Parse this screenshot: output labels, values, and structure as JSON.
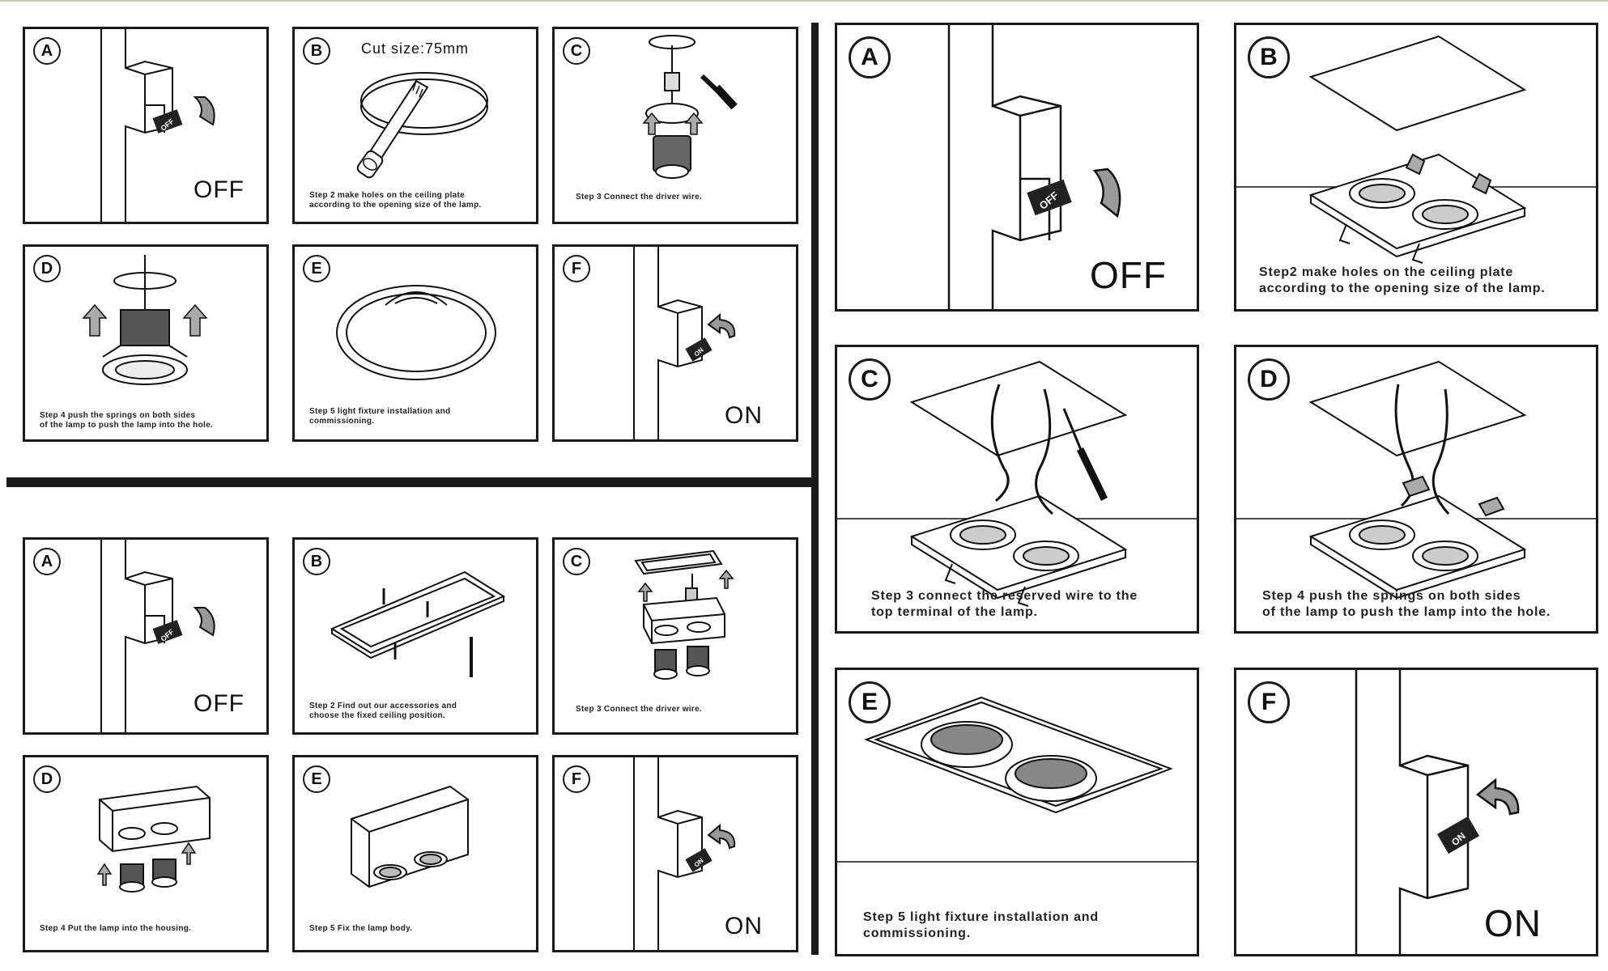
{
  "sections": {
    "top_left": {
      "a": {
        "letter": "A",
        "state": "OFF",
        "switch_label": "OFF"
      },
      "b": {
        "letter": "B",
        "cut_size": "Cut size:75mm",
        "caption": [
          "Step 2 make holes on the ceiling plate",
          "according to the opening size of the lamp."
        ]
      },
      "c": {
        "letter": "C",
        "caption": [
          "Step 3 Connect the driver wire."
        ]
      },
      "d": {
        "letter": "D",
        "caption": [
          "Step 4 push the springs on both sides",
          "of the lamp to push the lamp into the hole."
        ]
      },
      "e": {
        "letter": "E",
        "caption": [
          "Step 5 light fixture installation and",
          "commissioning."
        ]
      },
      "f": {
        "letter": "F",
        "state": "ON",
        "switch_label": "ON"
      }
    },
    "bottom_left": {
      "a": {
        "letter": "A",
        "state": "OFF",
        "switch_label": "OFF"
      },
      "b": {
        "letter": "B",
        "caption": [
          "Step 2 Find out our accessories and",
          "choose the fixed ceiling position."
        ]
      },
      "c": {
        "letter": "C",
        "caption": [
          "Step 3 Connect the driver wire."
        ]
      },
      "d": {
        "letter": "D",
        "caption": [
          "Step 4 Put the lamp into the housing."
        ]
      },
      "e": {
        "letter": "E",
        "caption": [
          "Step 5 Fix the lamp body."
        ]
      },
      "f": {
        "letter": "F",
        "state": "ON",
        "switch_label": "ON"
      }
    },
    "right": {
      "a": {
        "letter": "A",
        "state": "OFF",
        "switch_label": "OFF"
      },
      "b": {
        "letter": "B",
        "caption": [
          "Step2 make holes on the ceiling plate",
          "according to the opening size of the lamp."
        ]
      },
      "c": {
        "letter": "C",
        "caption": [
          "Step 3 connect the reserved wire to the",
          "top terminal of the lamp."
        ]
      },
      "d": {
        "letter": "D",
        "caption": [
          "Step 4 push the springs on both sides",
          "of the lamp to push the lamp into the hole."
        ]
      },
      "e": {
        "letter": "E",
        "caption": [
          "Step 5 light fixture installation and",
          "commissioning."
        ]
      },
      "f": {
        "letter": "F",
        "state": "ON",
        "switch_label": "ON"
      }
    }
  }
}
